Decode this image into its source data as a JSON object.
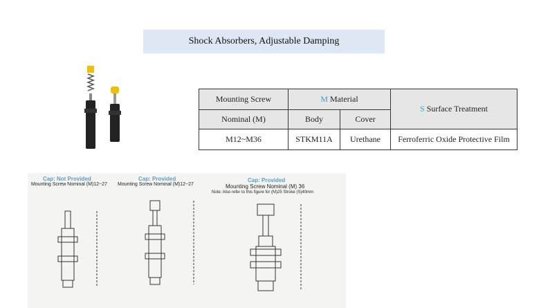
{
  "title": "Shock Absorbers, Adjustable Damping",
  "table": {
    "h_screw_1": "Mounting Screw",
    "h_screw_2": "Nominal (M)",
    "h_material_code": "M",
    "h_material": " Material",
    "h_body": "Body",
    "h_cover": "Cover",
    "h_surface_code": "S",
    "h_surface": " Surface Treatment",
    "row": {
      "screw": "M12~M36",
      "body": "STKM11A",
      "cover": "Urethane",
      "surface": "Ferroferric Oxide Protective Film"
    }
  },
  "drawings": [
    {
      "cap": "Cap: Not Provided",
      "sub": "Mounting Screw Nominal (M)12~27"
    },
    {
      "cap": "Cap: Provided",
      "sub": "Mounting Screw Nominal (M)12~27"
    },
    {
      "cap": "Cap: Provided",
      "sub": "Mounting Screw Nominal (M) 36",
      "note": "Note: Also refer to this figure for (M)25 Stroke (S)40mm"
    }
  ],
  "colors": {
    "accent": "#2ea6d8",
    "title_bg": "#dde8f4"
  }
}
